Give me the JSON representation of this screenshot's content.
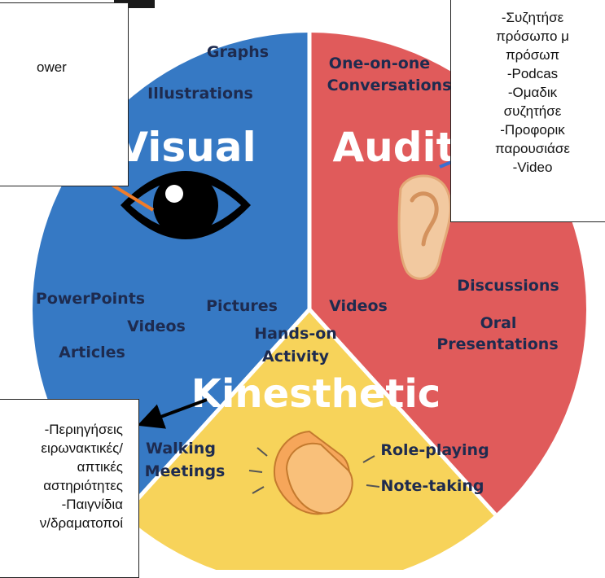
{
  "diagram": {
    "colors": {
      "visual": "#3679c4",
      "auditory": "#e05b5b",
      "kinesthetic": "#f7d35a",
      "divider": "#ffffff",
      "label_dark": "#1e2b4f",
      "arrow_orange": "#f07c2a",
      "arrow_blue": "#3a6fd1",
      "arrow_black": "#000000"
    },
    "visual": {
      "title": "Visual",
      "items": [
        "Graphs",
        "Illustrations",
        "PowerPoints",
        "Pictures",
        "Videos",
        "Articles"
      ]
    },
    "auditory": {
      "title": "Audit",
      "items": [
        "One-on-one",
        "Conversations",
        "Discussions",
        "Videos",
        "Oral",
        "Presentations"
      ]
    },
    "kinesthetic": {
      "title": "Kinesthetic",
      "items": [
        "Hands-on",
        "Activity",
        "Walking",
        "Meetings",
        "Role-playing",
        "Note-taking"
      ]
    },
    "icons": [
      "eye-icon",
      "ear-icon",
      "clapping-hands-icon"
    ]
  },
  "notes": {
    "left_top": "ower",
    "right_top": [
      "-Συζητήσε",
      "πρόσωπο μ",
      "πρόσωπ",
      "-Podcas",
      "-Ομαδικ",
      "συζητήσε",
      "-Προφορικ",
      "παρουσιάσε",
      "-Video"
    ],
    "bottom_left": [
      "-Περιηγήσεις",
      "ειρωνακτικές/",
      "απτικές",
      "αστηριότητες",
      "-Παιγνίδια",
      "ν/δραματοποί"
    ]
  }
}
